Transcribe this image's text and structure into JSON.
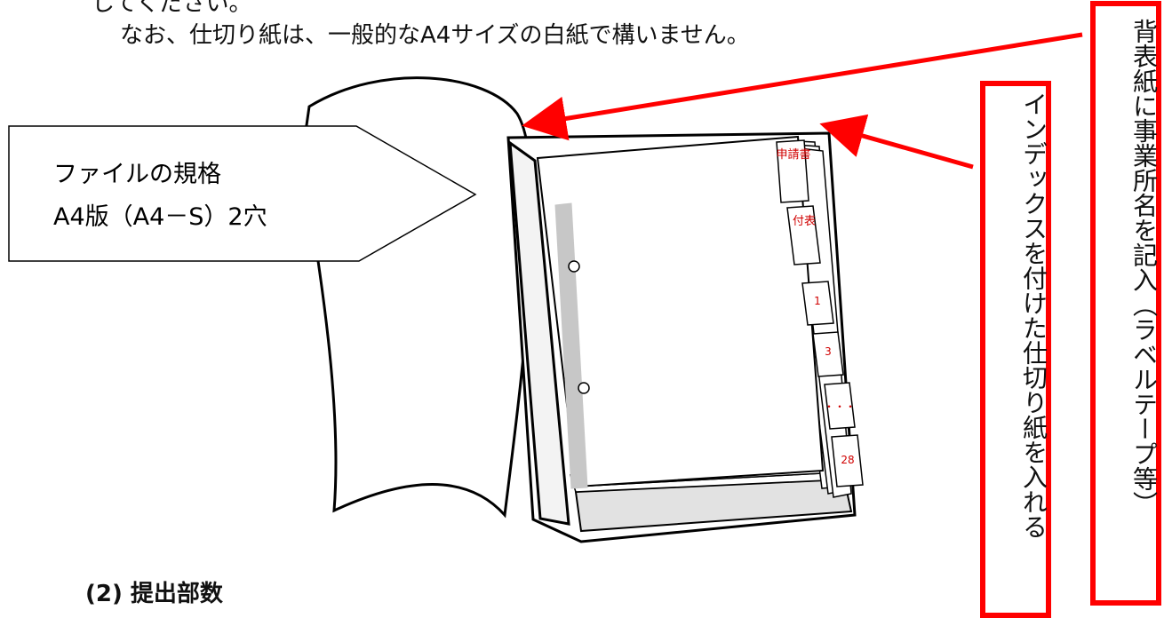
{
  "document": {
    "top_partial": "してください。",
    "top_line": "なお、仕切り紙は、一般的なA4サイズの白紙で構いません。",
    "section_heading": "(2) 提出部数"
  },
  "diagram": {
    "callout": {
      "line1": "ファイルの規格",
      "line2": "A4版（A4－S）2穴"
    },
    "tabs": [
      {
        "label": "申請書",
        "value": "申請書"
      },
      {
        "label": "付表",
        "value": "付表"
      },
      {
        "label": "1",
        "value": "1"
      },
      {
        "label": "3",
        "value": "3"
      },
      {
        "label": "…",
        "value": "・・・"
      },
      {
        "label": "28",
        "value": "28"
      }
    ],
    "annotations": {
      "back_label": "背表紙に事業所名を記入（ラベルテープ等）",
      "index_label": "インデックスを付けた仕切り紙を入れる"
    }
  },
  "colors": {
    "accent_red": "#ff0000",
    "text_red": "#d00000",
    "gray_strip": "#c7c7c7",
    "binder_black": "#000000"
  }
}
